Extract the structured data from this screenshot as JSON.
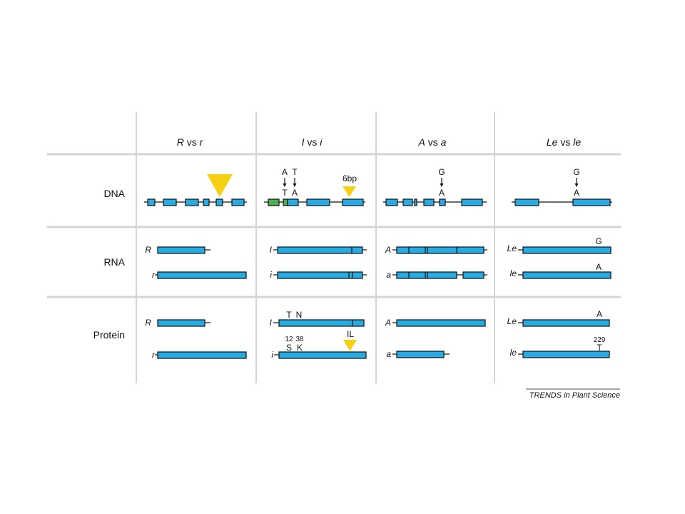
{
  "columns": [
    {
      "left": "R",
      "vs": "vs",
      "right": "r"
    },
    {
      "left": "I",
      "vs": "vs",
      "right": "i"
    },
    {
      "left": "A",
      "vs": "vs",
      "right": "a"
    },
    {
      "left": "Le",
      "vs": "vs",
      "right": "le"
    }
  ],
  "rows": [
    "DNA",
    "RNA",
    "Protein"
  ],
  "dna": {
    "i_mut1_top": "A",
    "i_mut1_bot": "T",
    "i_mut2_top": "T",
    "i_mut2_bot": "A",
    "i_indel": "6bp",
    "a_top": "G",
    "a_bot": "A",
    "le_top": "G",
    "le_bot": "A"
  },
  "rna": {
    "r_upper": "R",
    "r_lower": "r",
    "i_upper": "I",
    "i_lower": "i",
    "a_upper": "A",
    "a_lower": "a",
    "le_upper": "Le",
    "le_lower": "le",
    "le_upper_base": "G",
    "le_lower_base": "A"
  },
  "protein": {
    "r_upper": "R",
    "r_lower": "r",
    "i_upper": "I",
    "i_lower": "i",
    "i_upper_aa1": "T",
    "i_upper_aa2": "N",
    "i_lower_pos1": "12",
    "i_lower_pos2": "38",
    "i_lower_aa1": "S",
    "i_lower_aa2": "K",
    "i_insert": "IL",
    "a_upper": "A",
    "a_lower": "a",
    "le_upper": "Le",
    "le_lower": "le",
    "le_upper_aa": "A",
    "le_lower_pos": "229",
    "le_lower_aa": "T"
  },
  "credit": "TRENDS in Plant Science",
  "colors": {
    "gene": "#29abe2",
    "insert": "#f6d113",
    "promoter": "#4caf50",
    "grid": "#d4d4d4"
  }
}
